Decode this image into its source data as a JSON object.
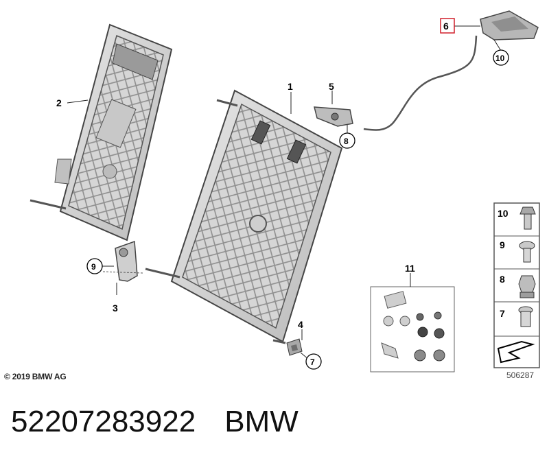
{
  "callouts": {
    "c1": "1",
    "c2": "2",
    "c3": "3",
    "c4": "4",
    "c5": "5",
    "c6": "6",
    "c7": "7",
    "c8": "8",
    "c9": "9",
    "c10": "10",
    "c11": "11"
  },
  "legend": {
    "items": [
      {
        "number": "10",
        "icon": "flange-screw-icon"
      },
      {
        "number": "9",
        "icon": "torx-screw-icon"
      },
      {
        "number": "8",
        "icon": "hex-nut-icon"
      },
      {
        "number": "7",
        "icon": "stud-bolt-icon"
      }
    ],
    "arrow_icon": "direction-arrow-icon"
  },
  "copyright": "© 2019 BMW AG",
  "diagram_id": "506287",
  "footer": {
    "part_number": "52207283922",
    "brand": "BMW"
  },
  "colors": {
    "line": "#333333",
    "highlight_box": "#d11f2a",
    "part_fill": "#d9d9d9",
    "part_dark": "#9a9a9a"
  }
}
